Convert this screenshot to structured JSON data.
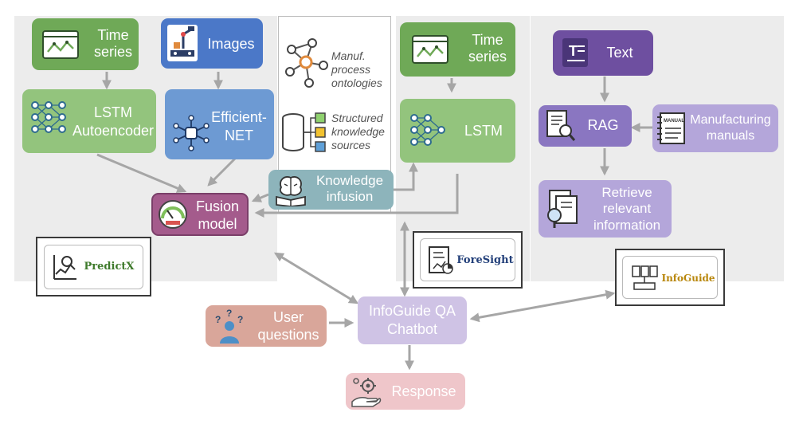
{
  "predictx": {
    "time_series": "Time series",
    "images": "Images",
    "lstm_autoencoder": "LSTM Autoencoder",
    "efficientnet": "Efficient-NET",
    "fusion_model": "Fusion model",
    "tool_name": "PredictX"
  },
  "knowledge": {
    "ontologies": "Manuf. process ontologies",
    "structured": "Structured knowledge sources",
    "infusion": "Knowledge infusion"
  },
  "foresight": {
    "time_series": "Time series",
    "lstm": "LSTM",
    "tool_name": "ForeSight"
  },
  "infoguide": {
    "text": "Text",
    "rag": "RAG",
    "manuals": "Manufacturing manuals",
    "retrieve": "Retrieve relevant information",
    "tool_name": "InfoGuide",
    "manual_badge": "MANUAL"
  },
  "chat": {
    "user_questions": "User questions",
    "chatbot": "InfoGuide QA Chatbot",
    "response": "Response"
  },
  "colors": {
    "arrow": "#a6a6a6",
    "green": "#6fa957",
    "purple": "#6e4fa0",
    "predictx_text": "#3e7a2b",
    "foresight_text": "#23407a",
    "infoguide_text": "#b8860b"
  }
}
